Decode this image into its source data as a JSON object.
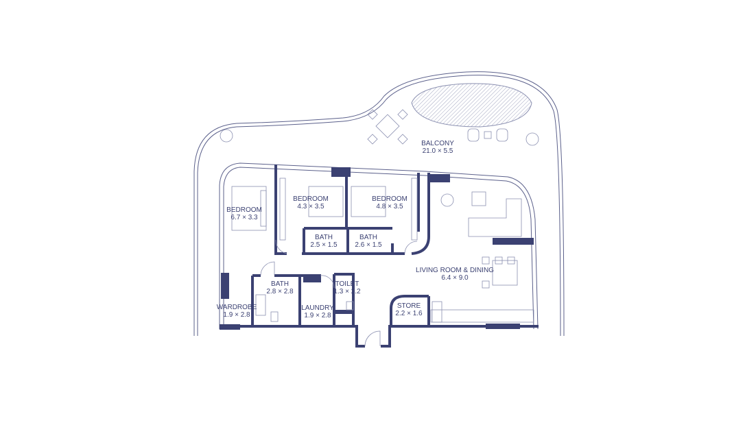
{
  "rooms": [
    {
      "name": "BALCONY",
      "size": "21.0 × 5.5"
    },
    {
      "name": "BEDROOM",
      "size": "6.7 × 3.3"
    },
    {
      "name": "BEDROOM",
      "size": "4.3 × 3.5"
    },
    {
      "name": "BEDROOM",
      "size": "4.8 × 3.5"
    },
    {
      "name": "BATH",
      "size": "2.5 × 1.5"
    },
    {
      "name": "BATH",
      "size": "2.6 × 1.5"
    },
    {
      "name": "LIVING ROOM & DINING",
      "size": "6.4 × 9.0"
    },
    {
      "name": "BATH",
      "size": "2.8 × 2.8"
    },
    {
      "name": "TOILET",
      "size": "1.3 × 2.2"
    },
    {
      "name": "WARDROBE",
      "size": "1.9 × 2.8"
    },
    {
      "name": "LAUNDRY",
      "size": "1.9 × 2.8"
    },
    {
      "name": "STORE",
      "size": "2.2 × 1.6"
    }
  ],
  "colors": {
    "wall": "#3b4172",
    "line": "#5a5f8a"
  }
}
